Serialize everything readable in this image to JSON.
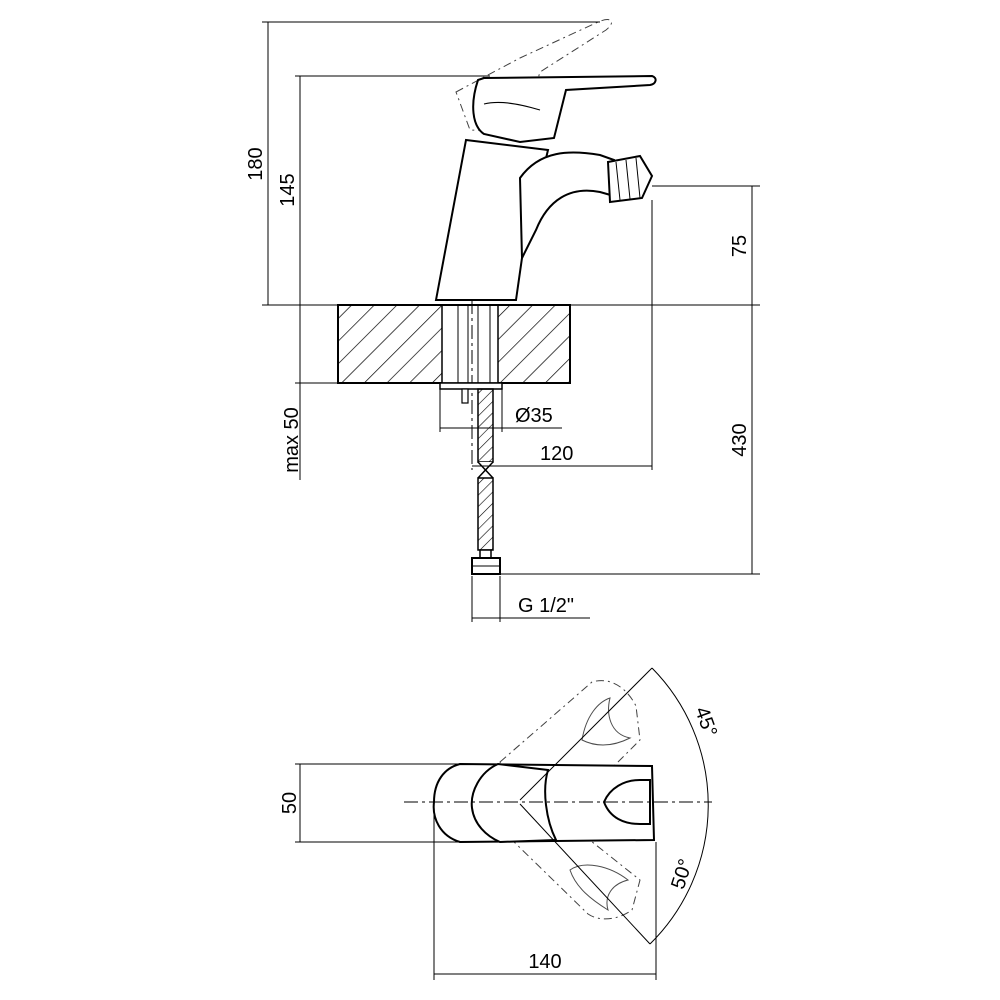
{
  "dimensions": {
    "total_height": "180",
    "body_height": "145",
    "spout_height": "75",
    "max_thickness": "max 50",
    "hole_diameter": "Ø35",
    "spout_reach": "120",
    "hose_length": "430",
    "connection_thread": "G 1/2\"",
    "top_width": "50",
    "top_length": "140",
    "angle_upper": "45°",
    "angle_lower": "50°"
  }
}
